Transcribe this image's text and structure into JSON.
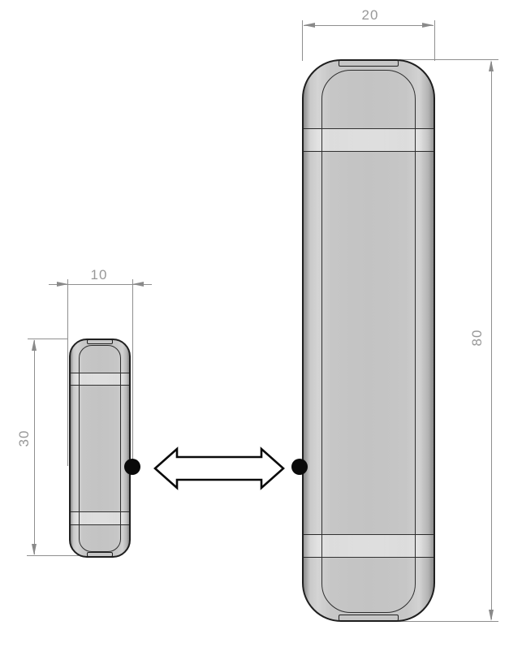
{
  "diagram": {
    "title": "sensor-size-comparison-drawing",
    "small_sensor": {
      "width_dim": {
        "label": "10"
      },
      "height_dim": {
        "label": "30"
      }
    },
    "large_sensor": {
      "width_dim": {
        "label": "20"
      },
      "height_dim": {
        "label": "80"
      }
    },
    "icons": {
      "scale_arrow": "double-headed-horizontal-arrow",
      "marker_small": "black-dot-on-small-sensor-edge",
      "marker_large": "black-dot-on-large-sensor-edge"
    },
    "colors": {
      "background": "#ffffff",
      "dimension_lines": "#8f8f8f",
      "dimension_text": "#989898",
      "body_outline": "#1f1f1f",
      "body_fill": "#c4c4c4",
      "body_highlight": "#d4d4d4",
      "marker_dot": "#0a0a0a",
      "arrow_fill": "#ffffff"
    }
  }
}
